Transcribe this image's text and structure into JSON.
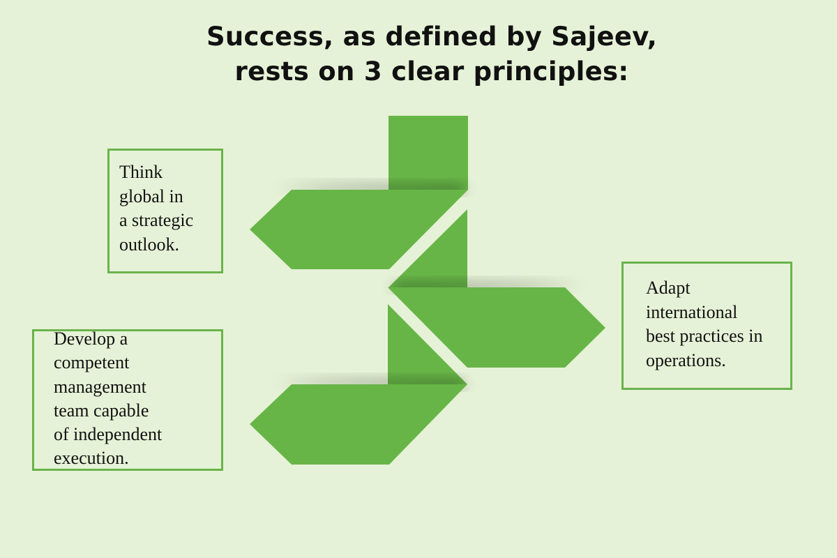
{
  "title": {
    "line1": "Success, as defined by Sajeev,",
    "line2": "rests on 3 clear principles:"
  },
  "colors": {
    "background": "#e6f2d7",
    "shape_green": "#67b547",
    "box_border": "#6ab34c",
    "text": "#111111"
  },
  "principles": [
    {
      "id": "think-global",
      "lines": [
        "Think",
        "global in",
        "a strategic",
        "outlook."
      ],
      "arrow_direction": "left"
    },
    {
      "id": "adapt-best-practices",
      "lines": [
        "Adapt",
        "international",
        "best practices in",
        "operations."
      ],
      "arrow_direction": "right"
    },
    {
      "id": "develop-team",
      "lines": [
        "Develop a",
        "competent",
        "management",
        "team capable",
        "of independent",
        "execution."
      ],
      "arrow_direction": "left"
    }
  ]
}
